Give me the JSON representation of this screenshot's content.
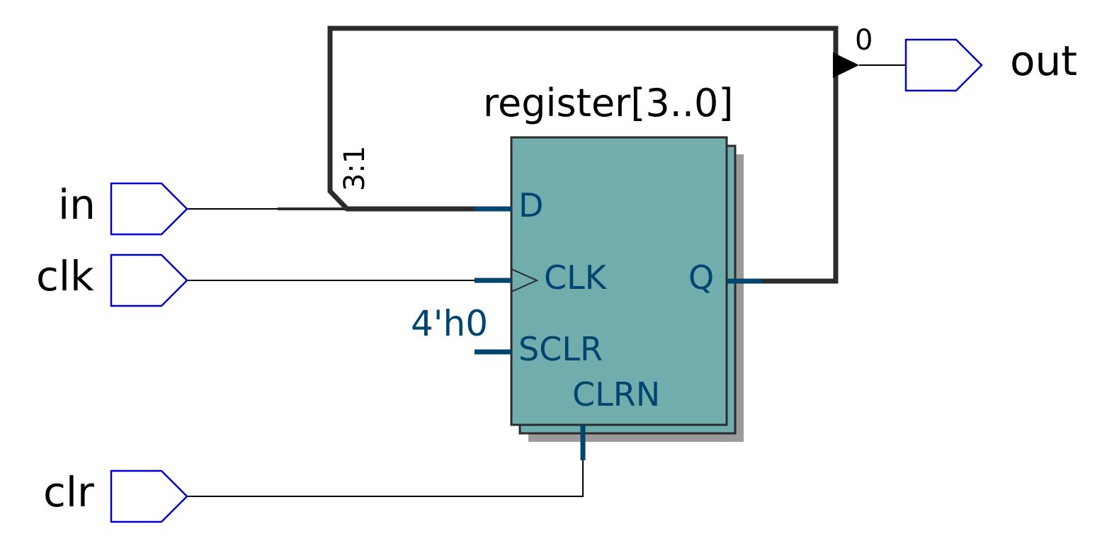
{
  "ports": {
    "in": "in",
    "clk": "clk",
    "clr": "clr",
    "out": "out"
  },
  "register": {
    "name": "register[3..0]",
    "pins": {
      "d": "D",
      "clk": "CLK",
      "sclr": "SCLR",
      "clrn": "CLRN",
      "q": "Q"
    },
    "sclr_const": "4'h0"
  },
  "bus_labels": {
    "slice": "3:1",
    "out_bit": "0"
  },
  "colors": {
    "register_fill": "#72adad",
    "register_shadow": "#9a9a9a",
    "port_outline": "#0000cc",
    "pin_color": "#004470",
    "bus": "#2b2b2b",
    "wire": "#000000"
  }
}
